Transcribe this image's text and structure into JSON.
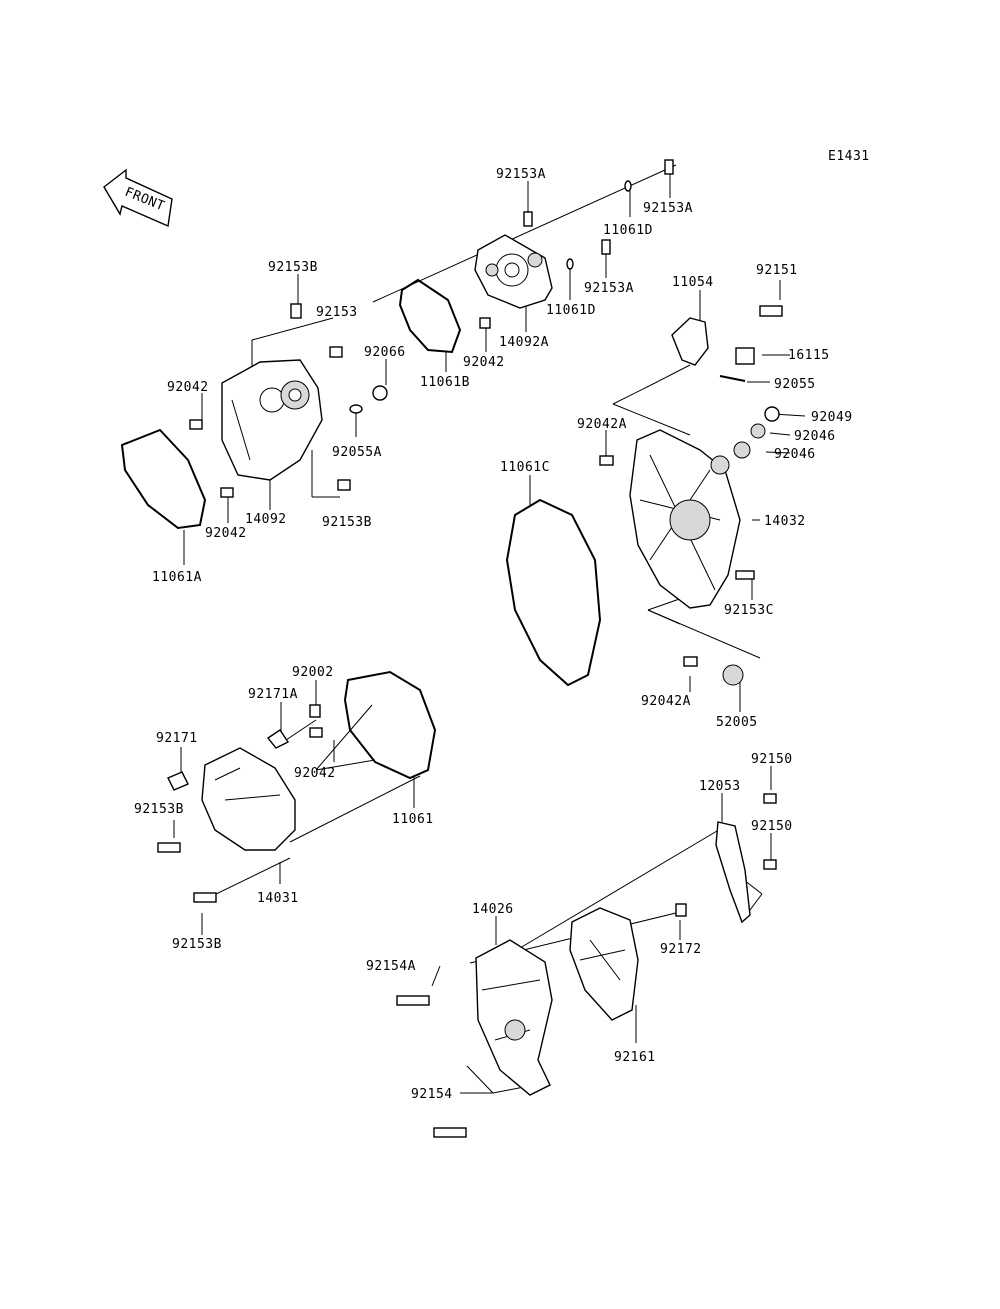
{
  "diagram_code": "E1431",
  "front_label": "FRONT",
  "part_labels": {
    "p92153A_top": "92153A",
    "p92153A_right": "92153A",
    "p11061D_top": "11061D",
    "p92153A_mid": "92153A",
    "p11061D_mid": "11061D",
    "p14092A": "14092A",
    "p92042_top": "92042",
    "p11061B": "11061B",
    "p92153B_topleft": "92153B",
    "p92153_topleft": "92153",
    "p92066": "92066",
    "p92042_left": "92042",
    "p92055A": "92055A",
    "p92153B_left": "92153B",
    "p14092": "14092",
    "p92042_left2": "92042",
    "p11061A": "11061A",
    "p11054": "11054",
    "p92151": "92151",
    "p16115": "16115",
    "p92055": "92055",
    "p92042A_top": "92042A",
    "p92049": "92049",
    "p92046_a": "92046",
    "p92046_b": "92046",
    "p11061C": "11061C",
    "p14032": "14032",
    "p92153C": "92153C",
    "p92042A_bottom": "92042A",
    "p52005": "52005",
    "p92002": "92002",
    "p92171A": "92171A",
    "p92171": "92171",
    "p92042_mid": "92042",
    "p11061": "11061",
    "p92153B_mid": "92153B",
    "p14031": "14031",
    "p92153B_bottom": "92153B",
    "p92150_top": "92150",
    "p12053": "12053",
    "p92150_mid": "92150",
    "p14026": "14026",
    "p92172": "92172",
    "p92154A": "92154A",
    "p92161": "92161",
    "p92154": "92154"
  }
}
